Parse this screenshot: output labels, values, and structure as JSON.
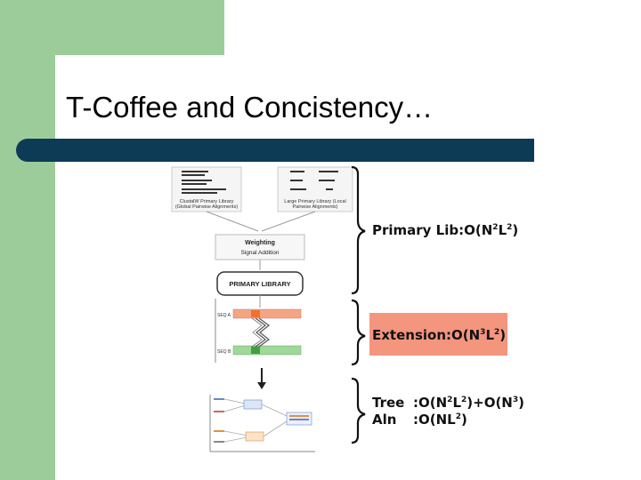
{
  "slide": {
    "title": "T-Coffee and Concistency…"
  },
  "figure": {
    "left_caption_1": "ClustalW Primary Library",
    "left_caption_2": "(Global Pairwise Alignments)",
    "right_caption_1": "Large Primary Library (Local",
    "right_caption_2": "Pairwise Alignments)",
    "weighting_title": "Weighting",
    "weighting_sub": "Signal Addition",
    "primary_library": "PRIMARY LIBRARY",
    "seq_a": "SEQ A",
    "seq_b": "SEQ B",
    "colors": {
      "seq_a_bar": "#f4a582",
      "seq_b_bar": "#9fd89a",
      "highlight": "#f4957e"
    }
  },
  "labels": {
    "primary_lib": {
      "prefix": "Primary Lib:",
      "formula": "O(N",
      "e1": "2",
      "mid": "L",
      "e2": "2",
      "end": ")"
    },
    "extension": {
      "prefix": "Extension:",
      "formula": "O(N",
      "e1": "3",
      "mid": "L",
      "e2": "2",
      "end": ")"
    },
    "tree": {
      "prefix": "Tree",
      "formula": ":O(N",
      "e1": "2",
      "mid": "L",
      "e2": "2",
      "mid2": ")+O(N",
      "e3": "3",
      "end": ")"
    },
    "aln": {
      "prefix": "Aln",
      "formula": ":O(NL",
      "e1": "2",
      "end": ")"
    }
  }
}
